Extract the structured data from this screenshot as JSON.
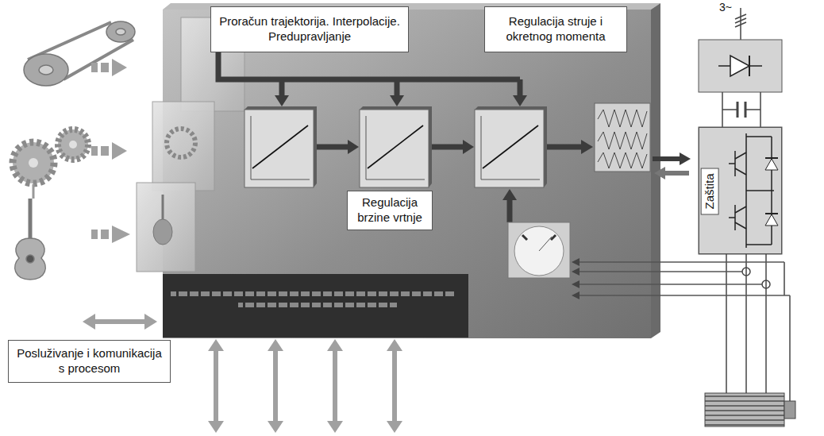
{
  "diagram": {
    "nodes": [
      {
        "text": [
          "Proračun trajektorija. Interpolacije. Predupravljanje"
        ]
      },
      {
        "text": [
          "Regulacija struje i okretnog momenta"
        ]
      },
      {
        "text": [
          "Regulacija brzine vrtnje"
        ]
      },
      {
        "text": [
          "Zaštita"
        ]
      },
      {
        "text": [
          "Posluživanje i komunikacija s procesom"
        ]
      }
    ],
    "labels": [
      "3~"
    ]
  }
}
